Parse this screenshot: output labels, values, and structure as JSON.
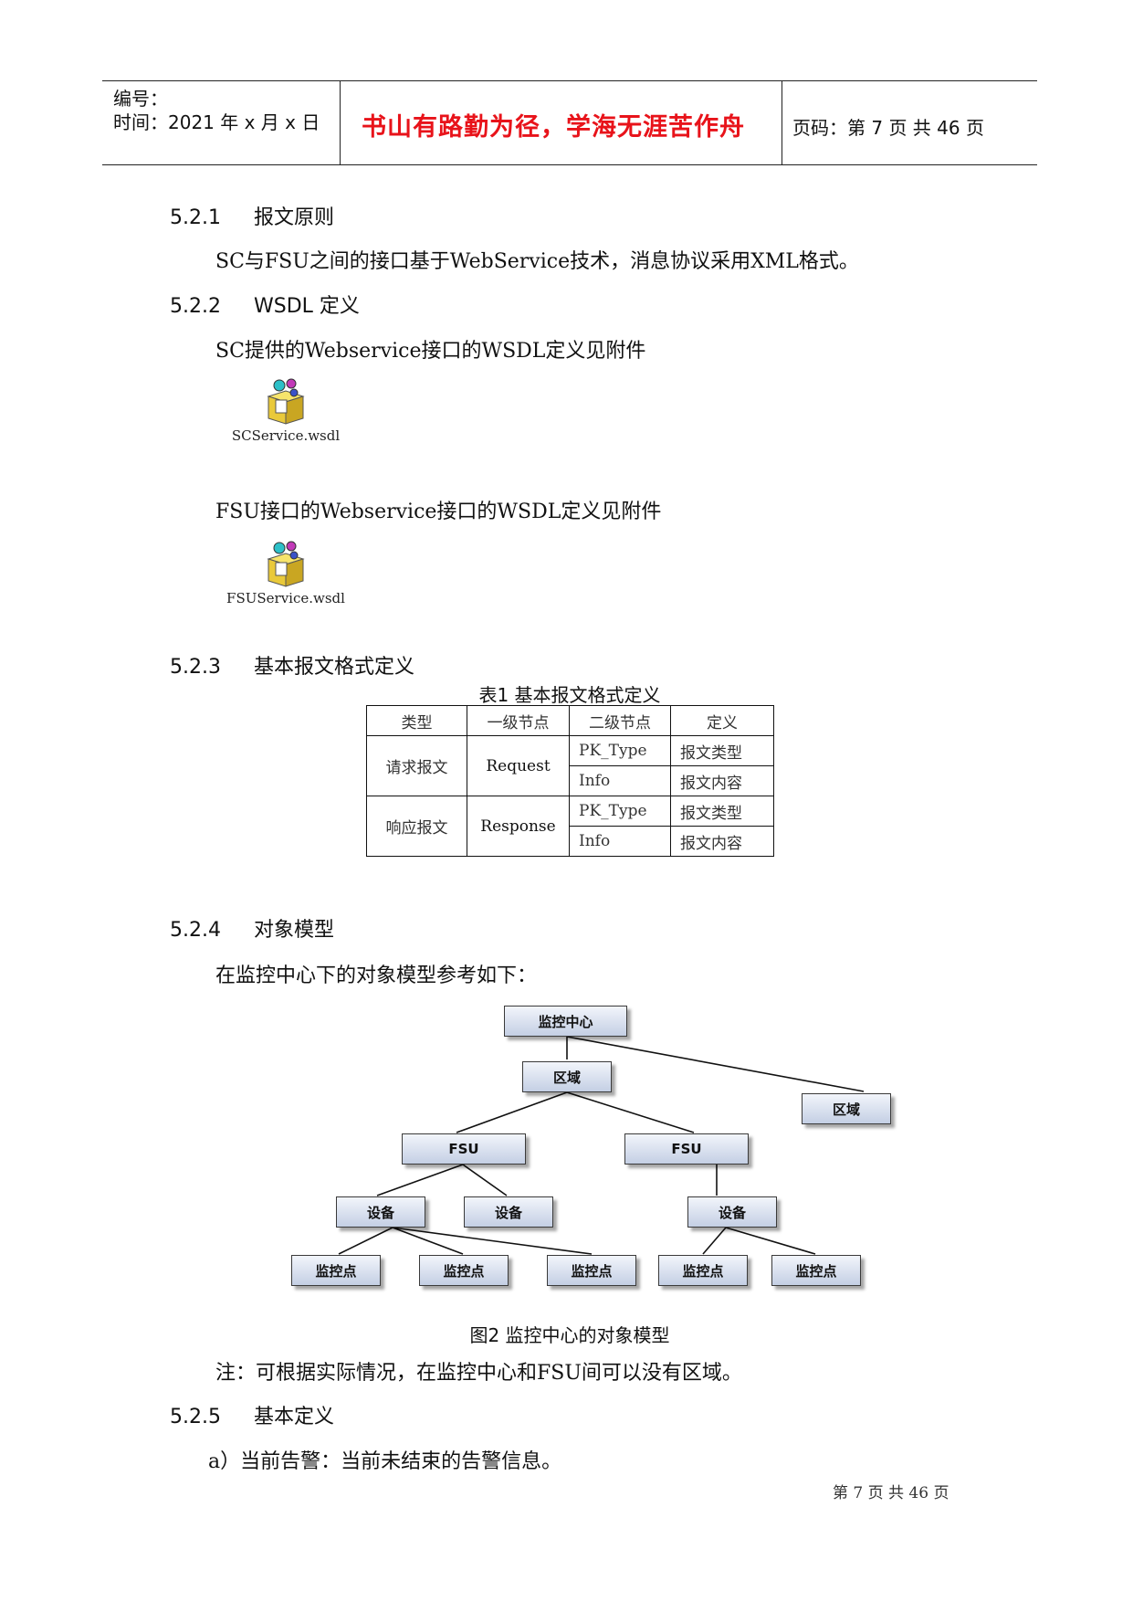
{
  "header": {
    "number_label": "编号：",
    "time_label": "时间：2021 年 x 月 x 日",
    "motto": "书山有路勤为径，学海无涯苦作舟",
    "page_label": "页码：第 7 页  共 46 页"
  },
  "s521": {
    "num": "5.2.1",
    "title": "报文原则",
    "text": "SC与FSU之间的接口基于WebService技术，消息协议采用XML格式。"
  },
  "s522": {
    "num": "5.2.2",
    "title": "WSDL 定义",
    "text1": "SC提供的Webservice接口的WSDL定义见附件",
    "file1": "SCService.wsdl",
    "text2": "FSU接口的Webservice接口的WSDL定义见附件",
    "file2": "FSUService.wsdl"
  },
  "s523": {
    "num": "5.2.3",
    "title": "基本报文格式定义",
    "table_caption": "表1    基本报文格式定义",
    "headers": [
      "类型",
      "一级节点",
      "二级节点",
      "定义"
    ],
    "rows": [
      {
        "type": "请求报文",
        "node1": "Request",
        "items": [
          {
            "node2": "PK_Type",
            "def": "报文类型"
          },
          {
            "node2": "Info",
            "def": "报文内容"
          }
        ]
      },
      {
        "type": "响应报文",
        "node1": "Response",
        "items": [
          {
            "node2": "PK_Type",
            "def": "报文类型"
          },
          {
            "node2": "Info",
            "def": "报文内容"
          }
        ]
      }
    ]
  },
  "s524": {
    "num": "5.2.4",
    "title": "对象模型",
    "text": "在监控中心下的对象模型参考如下：",
    "diagram": {
      "nodes": [
        "监控中心",
        "区域",
        "区域",
        "FSU",
        "FSU",
        "设备",
        "设备",
        "设备",
        "监控点",
        "监控点",
        "监控点",
        "监控点",
        "监控点"
      ]
    },
    "figure_caption": "图2    监控中心的对象模型",
    "note": "注：可根据实际情况，在监控中心和FSU间可以没有区域。"
  },
  "s525": {
    "num": "5.2.5",
    "title": "基本定义",
    "item_a": "a）当前告警：当前未结束的告警信息。"
  },
  "footer": "第 7 页 共 46 页",
  "icons": [
    "package-icon",
    "package-icon"
  ],
  "colors": {
    "motto": "#e8131a",
    "node_top": "#f2f5fb",
    "node_bottom": "#c4cfe4"
  }
}
